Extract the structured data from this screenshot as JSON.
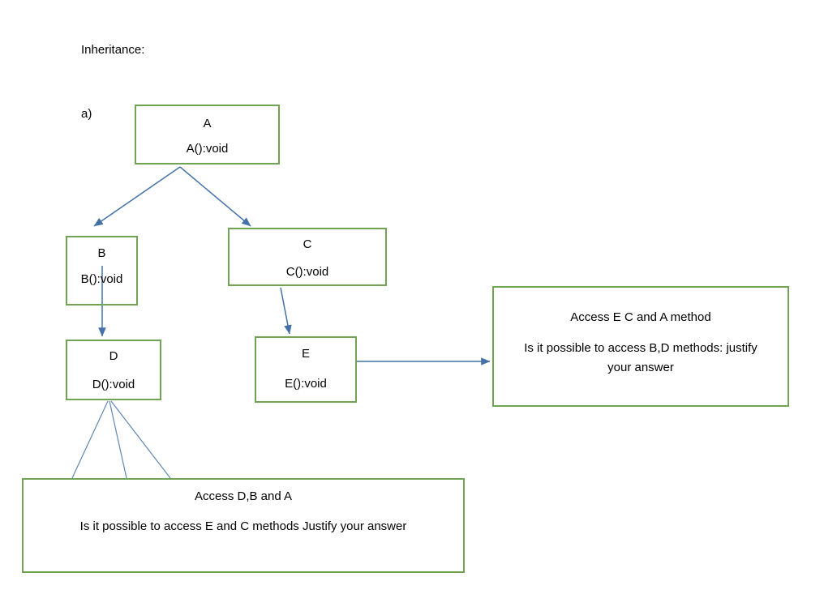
{
  "page": {
    "heading": "Inheritance:",
    "item_label": "a)",
    "background_color": "#FFFFFF",
    "box_border_color": "#70A353",
    "arrow_color": "#4472A8",
    "text_color": "#000000"
  },
  "classes": [
    {
      "id": "A",
      "name": "A",
      "operation": "A():void"
    },
    {
      "id": "B",
      "name": "B",
      "operation": "B():void"
    },
    {
      "id": "C",
      "name": "C",
      "operation": "C():void"
    },
    {
      "id": "D",
      "name": "D",
      "operation": "D():void"
    },
    {
      "id": "E",
      "name": "E",
      "operation": "E():void"
    }
  ],
  "notes": {
    "right": {
      "line1": "Access E C and A method",
      "line2": "Is it possible to access B,D methods: justify",
      "line3": "your answer"
    },
    "bottom": {
      "line1": "Access D,B and A",
      "line2": "Is it possible to access E and C methods Justify your answer"
    }
  },
  "relationships": [
    {
      "from": "A",
      "to": "B",
      "kind": "inheritance-arrow"
    },
    {
      "from": "A",
      "to": "C",
      "kind": "inheritance-arrow"
    },
    {
      "from": "B",
      "to": "D",
      "kind": "inheritance-arrow"
    },
    {
      "from": "C",
      "to": "E",
      "kind": "inheritance-arrow"
    },
    {
      "from": "E",
      "to": "note-right",
      "kind": "annotation-arrow"
    },
    {
      "from": "D",
      "to": "note-bottom",
      "kind": "annotation-line"
    },
    {
      "from": "D",
      "to": "note-bottom",
      "kind": "annotation-line"
    },
    {
      "from": "D",
      "to": "note-bottom",
      "kind": "annotation-line"
    }
  ]
}
